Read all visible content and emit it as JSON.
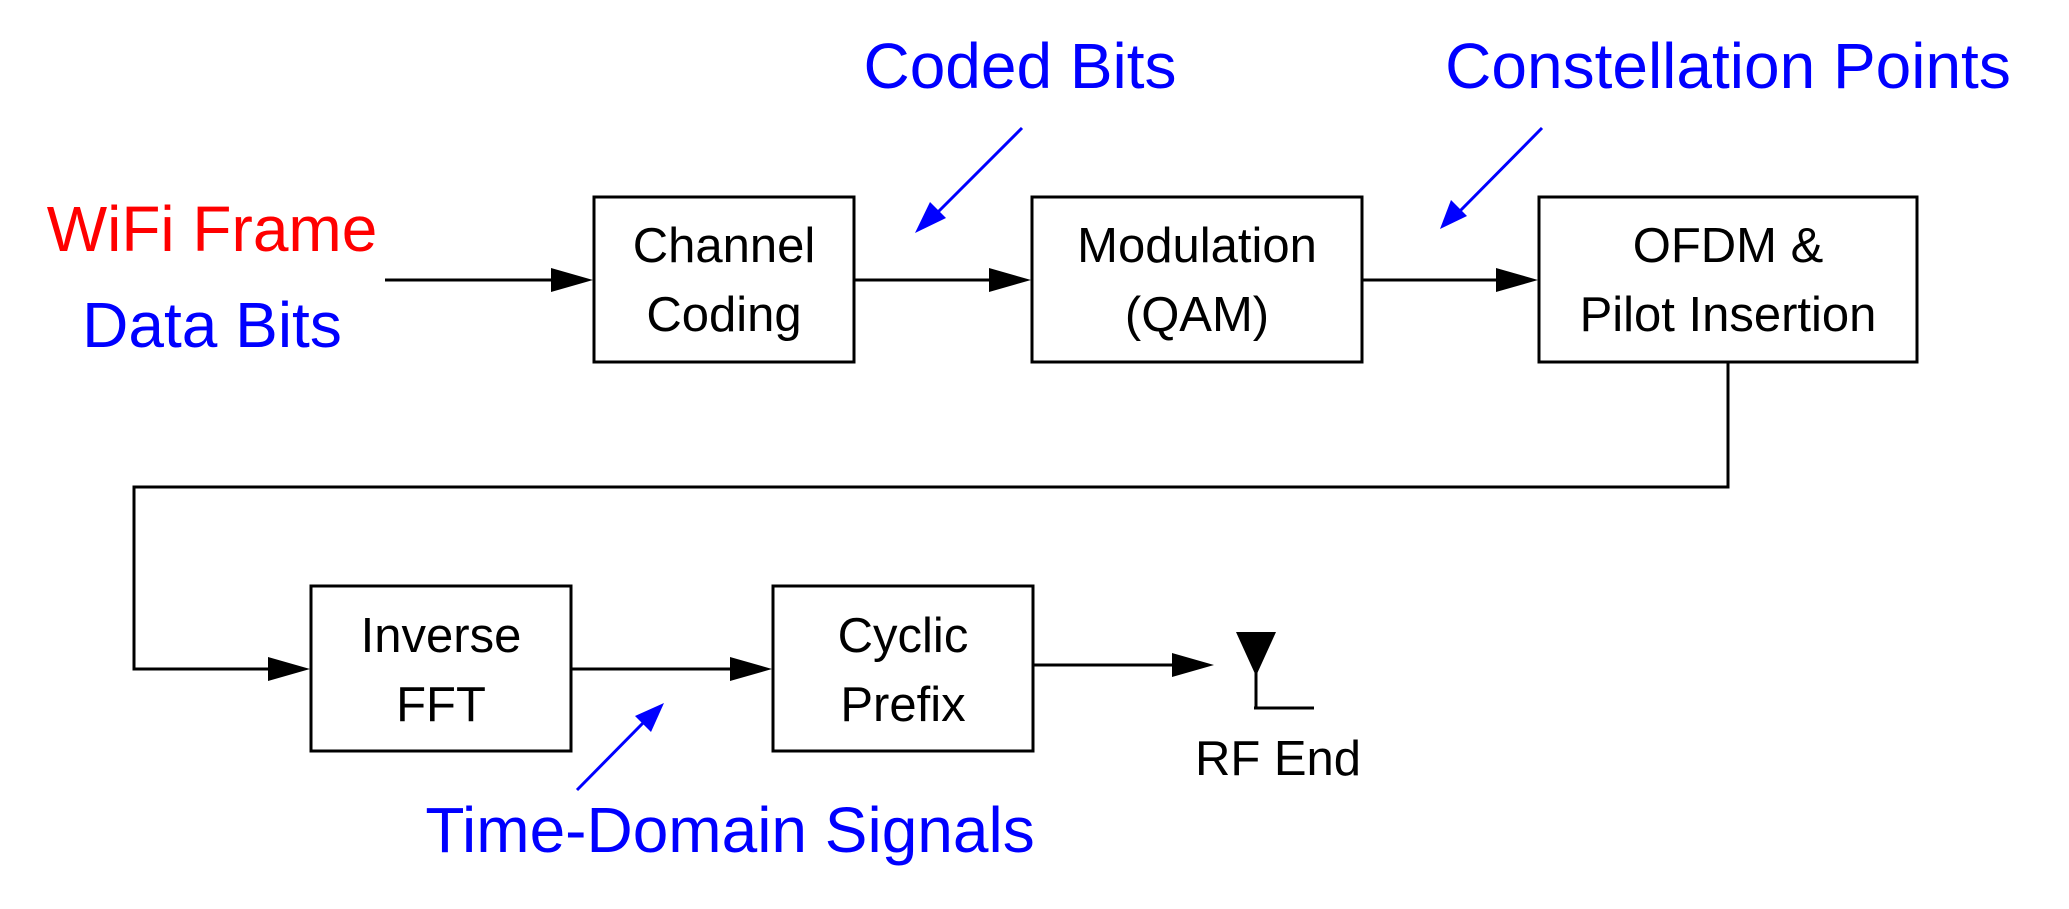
{
  "diagram": {
    "input": {
      "line1": "WiFi Frame",
      "line2": "Data Bits",
      "line1_color": "#ff0000",
      "line2_color": "#0000ff"
    },
    "blocks": {
      "channel_coding": {
        "line1": "Channel",
        "line2": "Coding"
      },
      "modulation": {
        "line1": "Modulation",
        "line2": "(QAM)"
      },
      "ofdm": {
        "line1": "OFDM &",
        "line2": "Pilot Insertion"
      },
      "inverse_fft": {
        "line1": "Inverse",
        "line2": "FFT"
      },
      "cyclic_prefix": {
        "line1": "Cyclic",
        "line2": "Prefix"
      }
    },
    "annotations": {
      "coded_bits": "Coded Bits",
      "constellation_points": "Constellation Points",
      "time_domain_signals": "Time-Domain Signals",
      "color": "#0000ff"
    },
    "output": {
      "label": "RF End",
      "icon": "antenna-icon"
    }
  }
}
